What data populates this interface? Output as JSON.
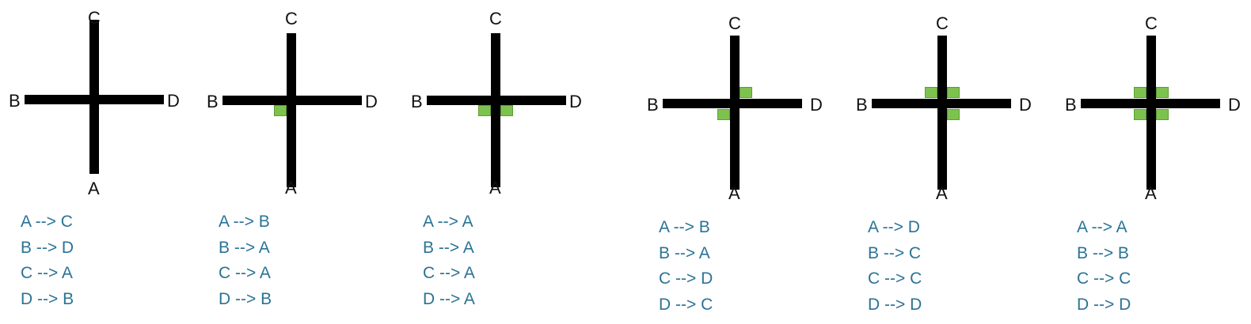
{
  "panels": [
    {
      "labels": {
        "top": "C",
        "left": "B",
        "right": "D",
        "bottom": "A"
      },
      "rules": [
        "A --> C",
        "B --> D",
        "C --> A",
        "D --> B"
      ],
      "green_quadrants": []
    },
    {
      "labels": {
        "top": "C",
        "left": "B",
        "right": "D",
        "bottom": "A"
      },
      "rules": [
        "A --> B",
        "B --> A",
        "C --> A",
        "D --> B"
      ],
      "green_quadrants": [
        "bottom-left"
      ]
    },
    {
      "labels": {
        "top": "C",
        "left": "B",
        "right": "D",
        "bottom": "A"
      },
      "rules": [
        "A --> A",
        "B --> A",
        "C --> A",
        "D --> A"
      ],
      "green_quadrants": [
        "bottom-left",
        "bottom-right"
      ]
    },
    {
      "labels": {
        "top": "C",
        "left": "B",
        "right": "D",
        "bottom": "A"
      },
      "rules": [
        "A --> B",
        "B --> A",
        "C --> D",
        "D --> C"
      ],
      "green_quadrants": [
        "top-right",
        "bottom-left"
      ]
    },
    {
      "labels": {
        "top": "C",
        "left": "B",
        "right": "D",
        "bottom": "A"
      },
      "rules": [
        "A --> D",
        "B --> C",
        "C --> C",
        "D --> D"
      ],
      "green_quadrants": [
        "top-left",
        "top-right",
        "bottom-right"
      ]
    },
    {
      "labels": {
        "top": "C",
        "left": "B",
        "right": "D",
        "bottom": "A"
      },
      "rules": [
        "A --> A",
        "B --> B",
        "C --> C",
        "D --> D"
      ],
      "green_quadrants": [
        "top-left",
        "top-right",
        "bottom-left",
        "bottom-right"
      ]
    }
  ],
  "colors": {
    "road": "#000000",
    "highlight": "#7dc24e",
    "rule_text": "#2a7396"
  }
}
